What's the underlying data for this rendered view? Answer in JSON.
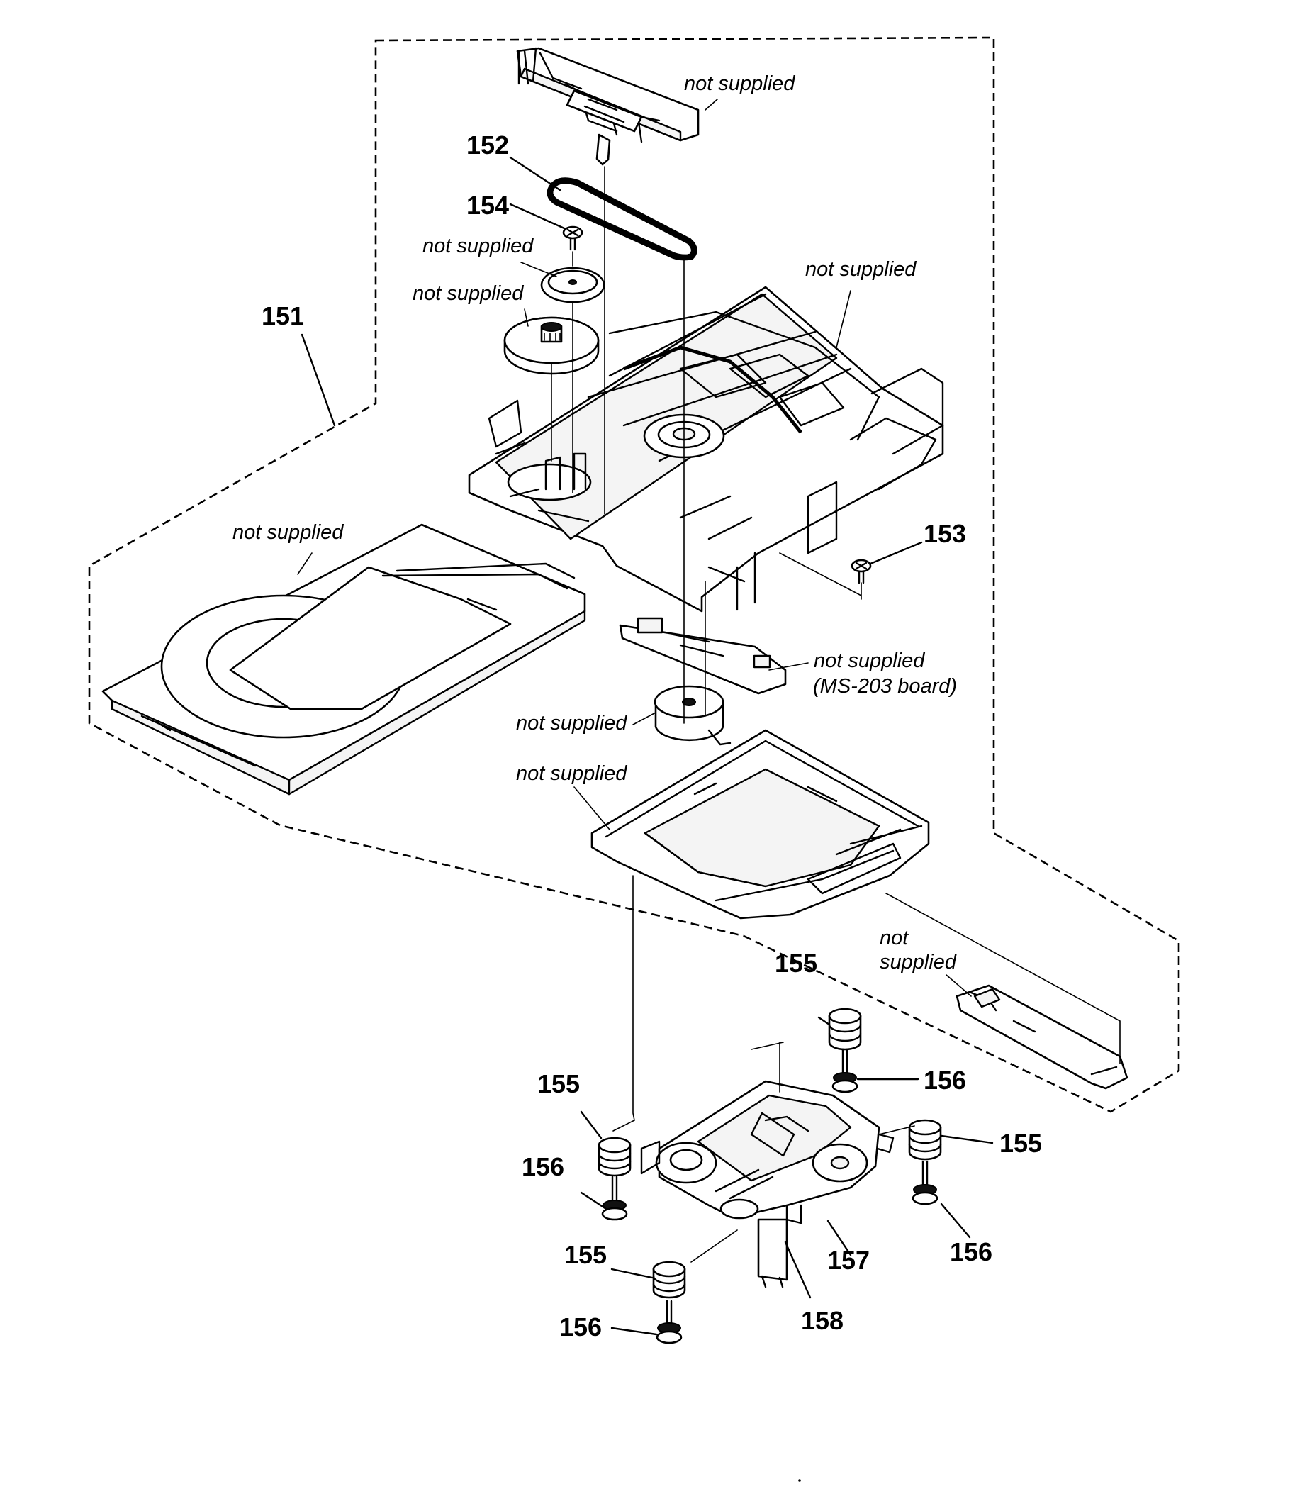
{
  "diagram": {
    "part_numbers": {
      "p151": "151",
      "p152": "152",
      "p153": "153",
      "p154": "154",
      "p155_a": "155",
      "p155_b": "155",
      "p155_c": "155",
      "p155_d": "155",
      "p156_a": "156",
      "p156_b": "156",
      "p156_c": "156",
      "p156_d": "156",
      "p157": "157",
      "p158": "158"
    },
    "notes": {
      "slider": "not supplied",
      "gear_small": "not supplied",
      "gear_large": "not supplied",
      "chassis": "not supplied",
      "tray": "not supplied",
      "board": "not supplied",
      "board_name": "(MS-203 board)",
      "motor": "not supplied",
      "holder": "not supplied",
      "bracket_line1": "not",
      "bracket_line2": "supplied"
    }
  }
}
